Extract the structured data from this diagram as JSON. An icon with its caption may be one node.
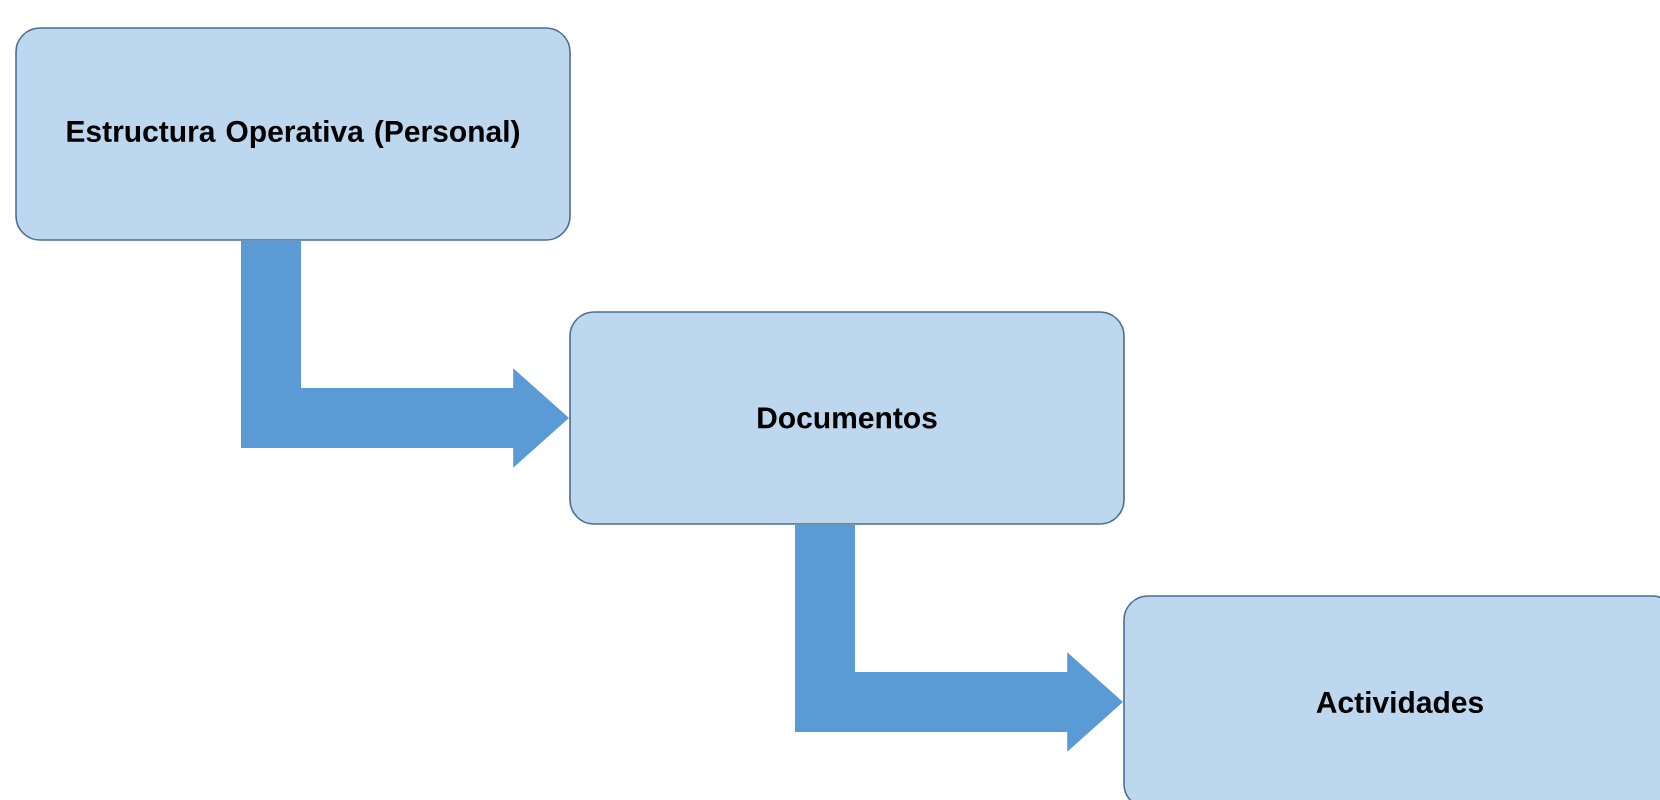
{
  "diagram": {
    "nodes": [
      {
        "text": [
          "Estructura Operativa (Personal)"
        ]
      },
      {
        "text": [
          "Documentos"
        ]
      },
      {
        "text": [
          "Actividades"
        ]
      }
    ],
    "edges": [
      {
        "from": 0,
        "to": 1,
        "arrow": "to"
      },
      {
        "from": 1,
        "to": 2,
        "arrow": "to"
      }
    ]
  }
}
